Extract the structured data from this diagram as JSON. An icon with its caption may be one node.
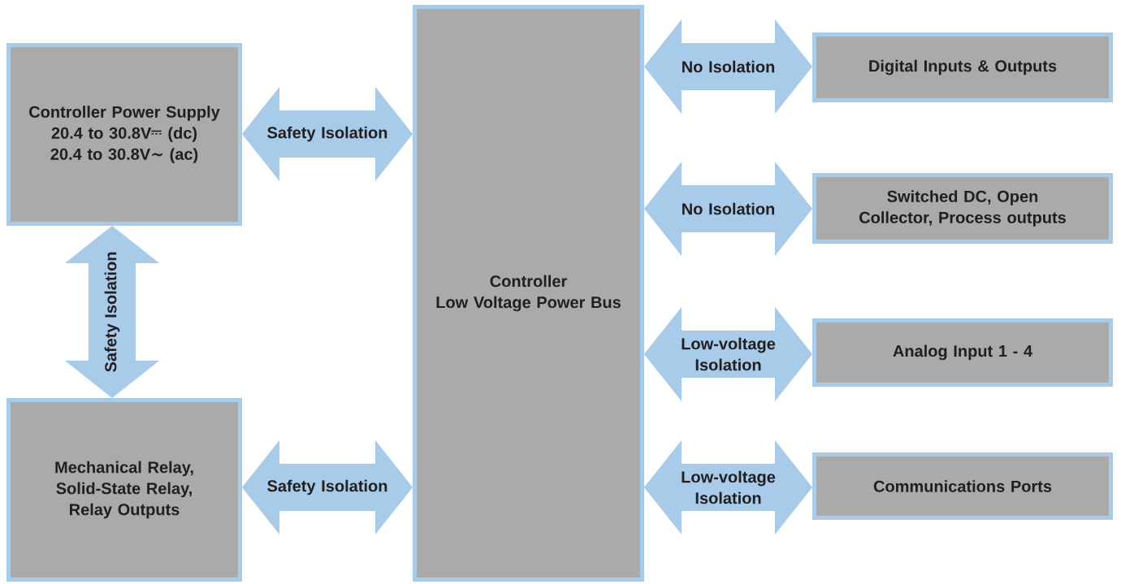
{
  "diagram": {
    "nodes": [
      {
        "text": [
          "Controller Power Supply",
          "20.4 to 30.8V",
          "(dc)",
          "20.4 to 30.8V∼ (ac)"
        ]
      },
      {
        "text": [
          "Mechanical Relay, Solid-State Relay, Relay Outputs"
        ]
      },
      {
        "text": [
          "Controller",
          "Low Voltage Power Bus"
        ]
      },
      {
        "text": [
          "Digital Inputs & Outputs"
        ]
      },
      {
        "text": [
          "Switched DC, Open Collector, Process outputs"
        ]
      },
      {
        "text": [
          "Analog Input 1 - 4"
        ]
      },
      {
        "text": [
          "Communications Ports"
        ]
      }
    ],
    "edges": [
      {
        "from": 0,
        "to": 2,
        "arrow": "both",
        "label": "Safety Isolation"
      },
      {
        "from": 0,
        "to": 1,
        "arrow": "both",
        "label": "Safety Isolation"
      },
      {
        "from": 1,
        "to": 2,
        "arrow": "both",
        "label": "Safety Isolation"
      },
      {
        "from": 2,
        "to": 3,
        "arrow": "both",
        "label": "No Isolation"
      },
      {
        "from": 2,
        "to": 4,
        "arrow": "both",
        "label": "No Isolation"
      },
      {
        "from": 2,
        "to": 5,
        "arrow": "both",
        "label": "Low-voltage Isolation"
      },
      {
        "from": 2,
        "to": 6,
        "arrow": "both",
        "label": "Low-voltage Isolation"
      }
    ]
  }
}
